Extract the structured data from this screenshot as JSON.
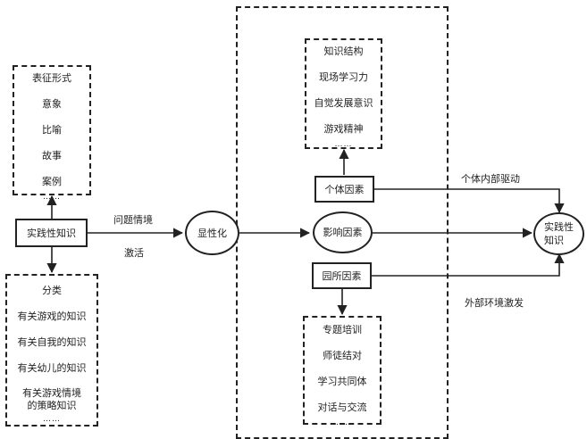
{
  "diagram": {
    "representation_group": {
      "items": [
        "表征形式",
        "意象",
        "比喻",
        "故事",
        "案例"
      ],
      "ellipsis": "……"
    },
    "classification_group": {
      "items": [
        "分类",
        "有关游戏的知识",
        "有关自我的知识",
        "有关幼儿的知识",
        "有关游戏情境的策略知识"
      ],
      "ellipsis": "……"
    },
    "source_node": "实践性知识",
    "activation_labels": {
      "top": "问题情境",
      "bottom": "激活"
    },
    "explicitation_node": "显性化",
    "influence_node": "影响因素",
    "individual_factor_node": "个体因素",
    "kindergarten_factor_node": "园所因素",
    "individual_factors": {
      "items": [
        "知识结构",
        "现场学习力",
        "自觉发展意识",
        "游戏精神"
      ],
      "ellipsis": "……"
    },
    "kindergarten_factors": {
      "items": [
        "专题培训",
        "师徒结对",
        "学习共同体",
        "对话与交流"
      ],
      "ellipsis": "……"
    },
    "edge_labels": {
      "internal": "个体内部驱动",
      "external": "外部环境激发"
    },
    "target_node": {
      "line1": "实践性",
      "line2": "知识"
    }
  }
}
